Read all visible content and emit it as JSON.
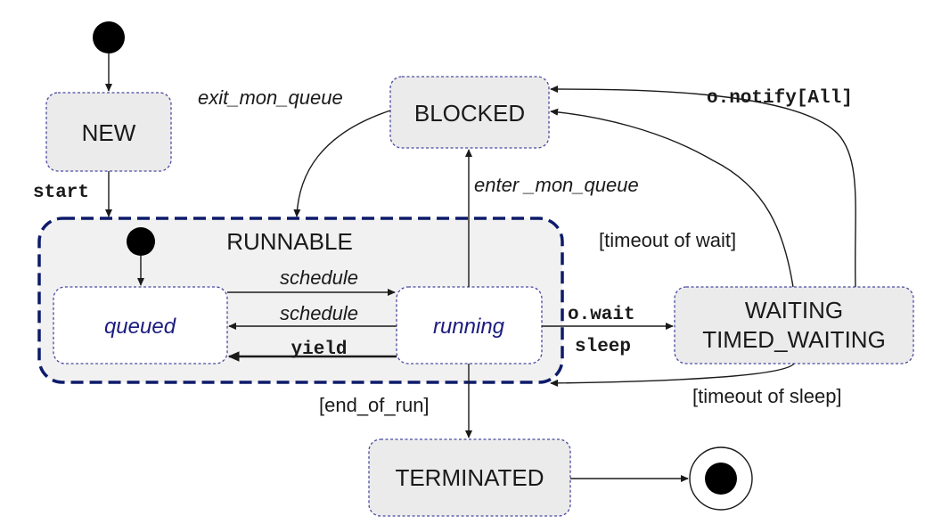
{
  "states": {
    "new": "NEW",
    "blocked": "BLOCKED",
    "runnable": "RUNNABLE",
    "queued": "queued",
    "running": "running",
    "waiting_line1": "WAITING",
    "waiting_line2": "TIMED_WAITING",
    "terminated": "TERMINATED"
  },
  "transitions": {
    "start": "start",
    "exit_mon_queue": "exit_mon_queue",
    "enter_mon_queue": "enter _mon_queue",
    "schedule_forward": "schedule",
    "schedule_back": "schedule",
    "yield": "yield",
    "o_wait": "o.wait",
    "sleep": "sleep",
    "o_notify_all": "o.notify[All]",
    "timeout_of_wait": "[timeout of wait]",
    "timeout_of_sleep": "[timeout of sleep]",
    "end_of_run": "[end_of_run]"
  },
  "colors": {
    "state_fill": "#ebebeb",
    "state_border": "#4a4aa0",
    "runnable_border": "#0d1b6a",
    "inner_text": "#1c1c80",
    "edge": "#1a1a1a"
  }
}
